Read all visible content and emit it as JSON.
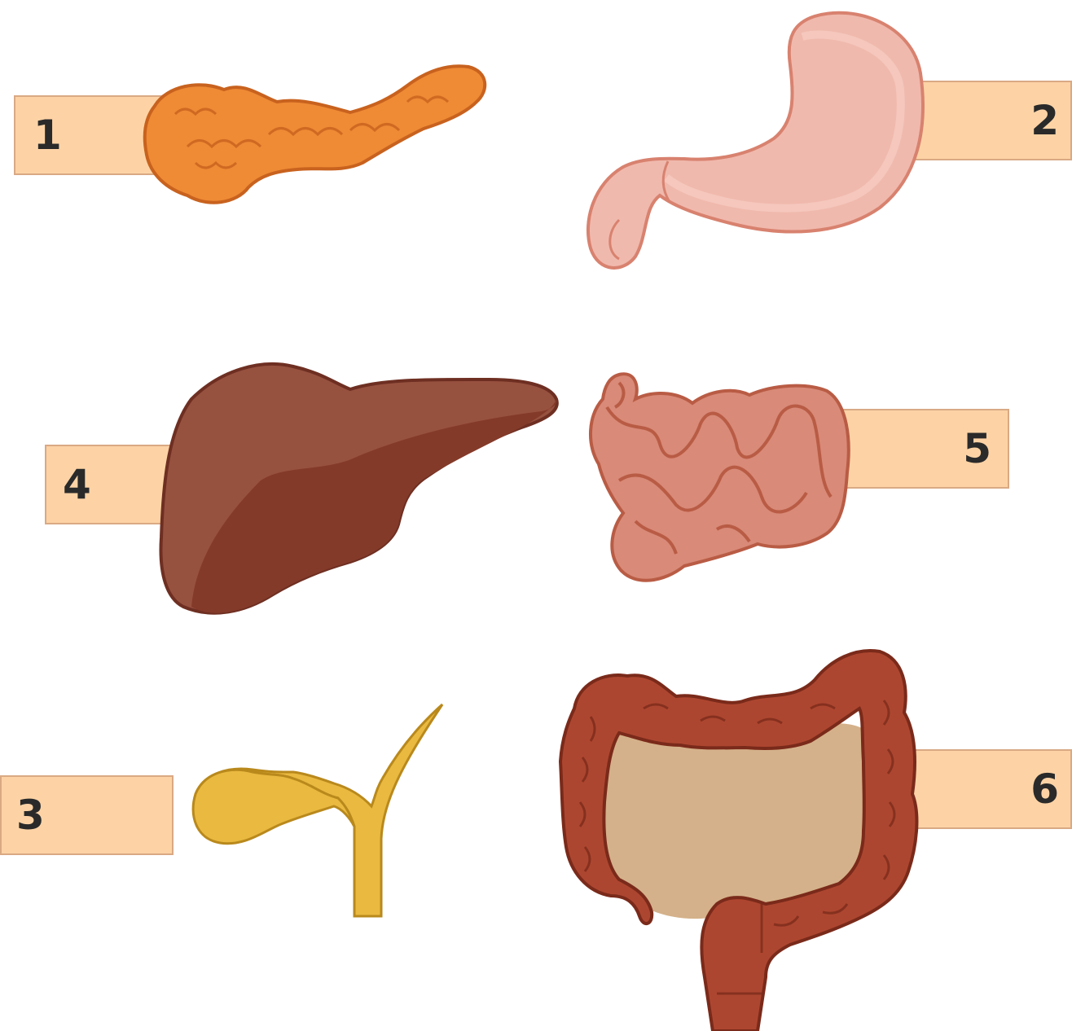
{
  "colors": {
    "label_fill": "#fdd3a5",
    "pancreas": "#ef8a35",
    "stomach": "#f0b9ad",
    "gallbladder": "#e9b940",
    "liver": "#97513f",
    "small_intestine": "#d98a78",
    "large_intestine": "#ad4630"
  },
  "labels": [
    {
      "id": "1",
      "text": "1",
      "organ": "pancreas-icon"
    },
    {
      "id": "2",
      "text": "2",
      "organ": "stomach-icon"
    },
    {
      "id": "3",
      "text": "3",
      "organ": "gallbladder-icon"
    },
    {
      "id": "4",
      "text": "4",
      "organ": "liver-icon"
    },
    {
      "id": "5",
      "text": "5",
      "organ": "small-intestine-icon"
    },
    {
      "id": "6",
      "text": "6",
      "organ": "large-intestine-icon"
    }
  ]
}
